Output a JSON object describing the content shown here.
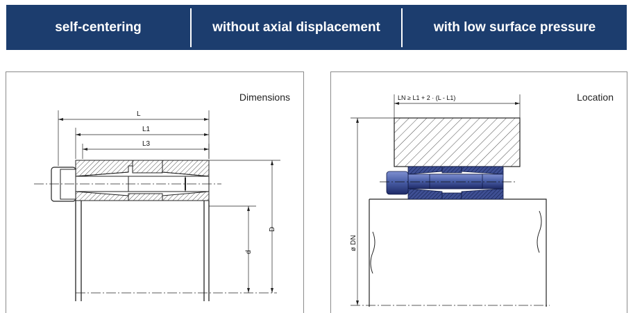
{
  "banner": {
    "items": [
      "self-centering",
      "without axial displacement",
      "with low surface pressure"
    ]
  },
  "panels": {
    "dimensions": {
      "title": "Dimensions",
      "labels": {
        "L": "L",
        "L1": "L1",
        "L3": "L3",
        "D": "D",
        "d": "d"
      }
    },
    "location": {
      "title": "Location",
      "formula": "LN ≥ L1 + 2 · (L - L1)",
      "diameter_label": "ø DN"
    }
  },
  "colors": {
    "banner": "#1c3d6e",
    "bolt": "#4a5fa8"
  }
}
